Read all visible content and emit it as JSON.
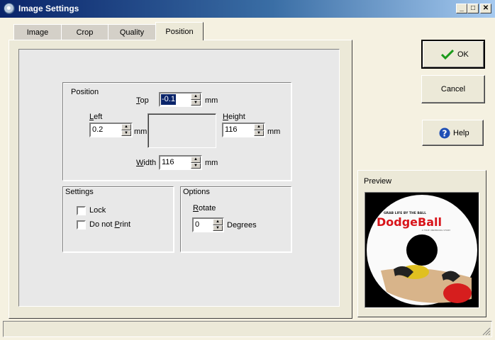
{
  "window": {
    "title": "Image Settings",
    "min_glyph": "_",
    "max_glyph": "□",
    "close_glyph": "✕"
  },
  "tabs": [
    {
      "label": "Image"
    },
    {
      "label": "Crop"
    },
    {
      "label": "Quality"
    },
    {
      "label": "Position"
    }
  ],
  "active_tab": "Position",
  "position_group": {
    "legend": "Position",
    "top": {
      "label": "Top",
      "mnemonic_rest": "op",
      "value": "-0.1",
      "unit": "mm"
    },
    "left": {
      "label": "Left",
      "mnemonic_rest": "eft",
      "value": "0.2",
      "unit": "mm"
    },
    "height": {
      "label": "Height",
      "mnemonic_rest": "eight",
      "value": "116",
      "unit": "mm"
    },
    "width": {
      "label": "Width",
      "mnemonic_rest": "idth",
      "value": "116",
      "unit": "mm"
    }
  },
  "settings_group": {
    "legend": "Settings",
    "lock": {
      "label": "Lock",
      "checked": false
    },
    "no_print": {
      "label_prefix": "Do not ",
      "label_mnemonic": "P",
      "label_rest": "rint",
      "checked": false
    }
  },
  "options_group": {
    "legend": "Options",
    "rotate_label": "Rotate",
    "rotate_value": "0",
    "rotate_unit": "Degrees"
  },
  "buttons": {
    "ok": "OK",
    "cancel": "Cancel",
    "help": "Help"
  },
  "preview": {
    "title": "Preview",
    "disc_tagline": "GRAB LIFE BY THE BALL",
    "disc_title": "DodgeBall",
    "disc_subtitle": "A TRUE UNDERDOG STORY"
  },
  "colors": {
    "accent_title_bar": "#0a246a",
    "selection": "#0a246a",
    "ok_check": "#1a9a1a",
    "help_icon": "#1f4fb5",
    "disc_title_red": "#d8141a"
  }
}
